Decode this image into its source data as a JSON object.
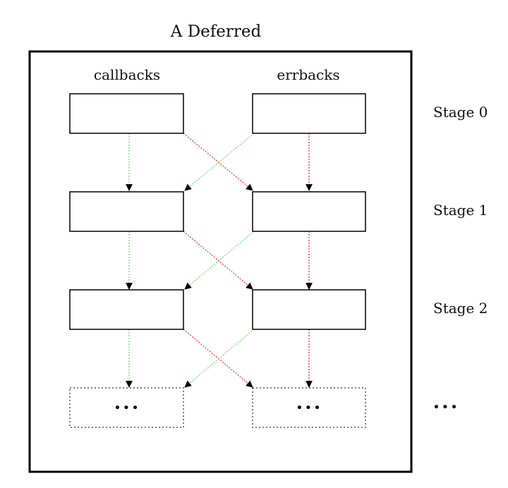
{
  "title": "A Deferred",
  "columns": {
    "callbacks": "callbacks",
    "errbacks": "errbacks"
  },
  "stages": [
    "Stage 0",
    "Stage 1",
    "Stage 2"
  ],
  "ellipsis": {
    "callbacks": "•••",
    "errbacks": "•••",
    "stages": "•••"
  },
  "colors": {
    "success_edge": "#7ee27e",
    "error_edge": "#ee4a4a",
    "box_stroke": "#000000"
  }
}
